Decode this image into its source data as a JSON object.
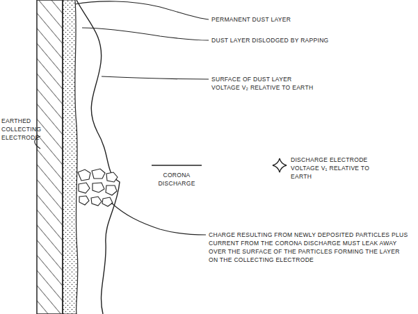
{
  "diagram": {
    "labels": [
      "PERMANENT DUST LAYER",
      "DUST LAYER DISLODGED BY RAPPING",
      "SURFACE OF DUST LAYER VOLTAGE V₂ RELATIVE TO EARTH",
      "EARTHED COLLECTING ELECTRODE",
      "CORONA DISCHARGE",
      "DISCHARGE ELECTRODE VOLTAGE V₁ RELATIVE TO EARTH",
      "CHARGE RESULTING FROM NEWLY DEPOSITED PARTICLES PLUS CURRENT FROM THE CORONA DISCHARGE MUST LEAK AWAY OVER THE SURFACE OF THE PARTICLES FORMING THE LAYER ON THE COLLECTING ELECTRODE"
    ]
  }
}
